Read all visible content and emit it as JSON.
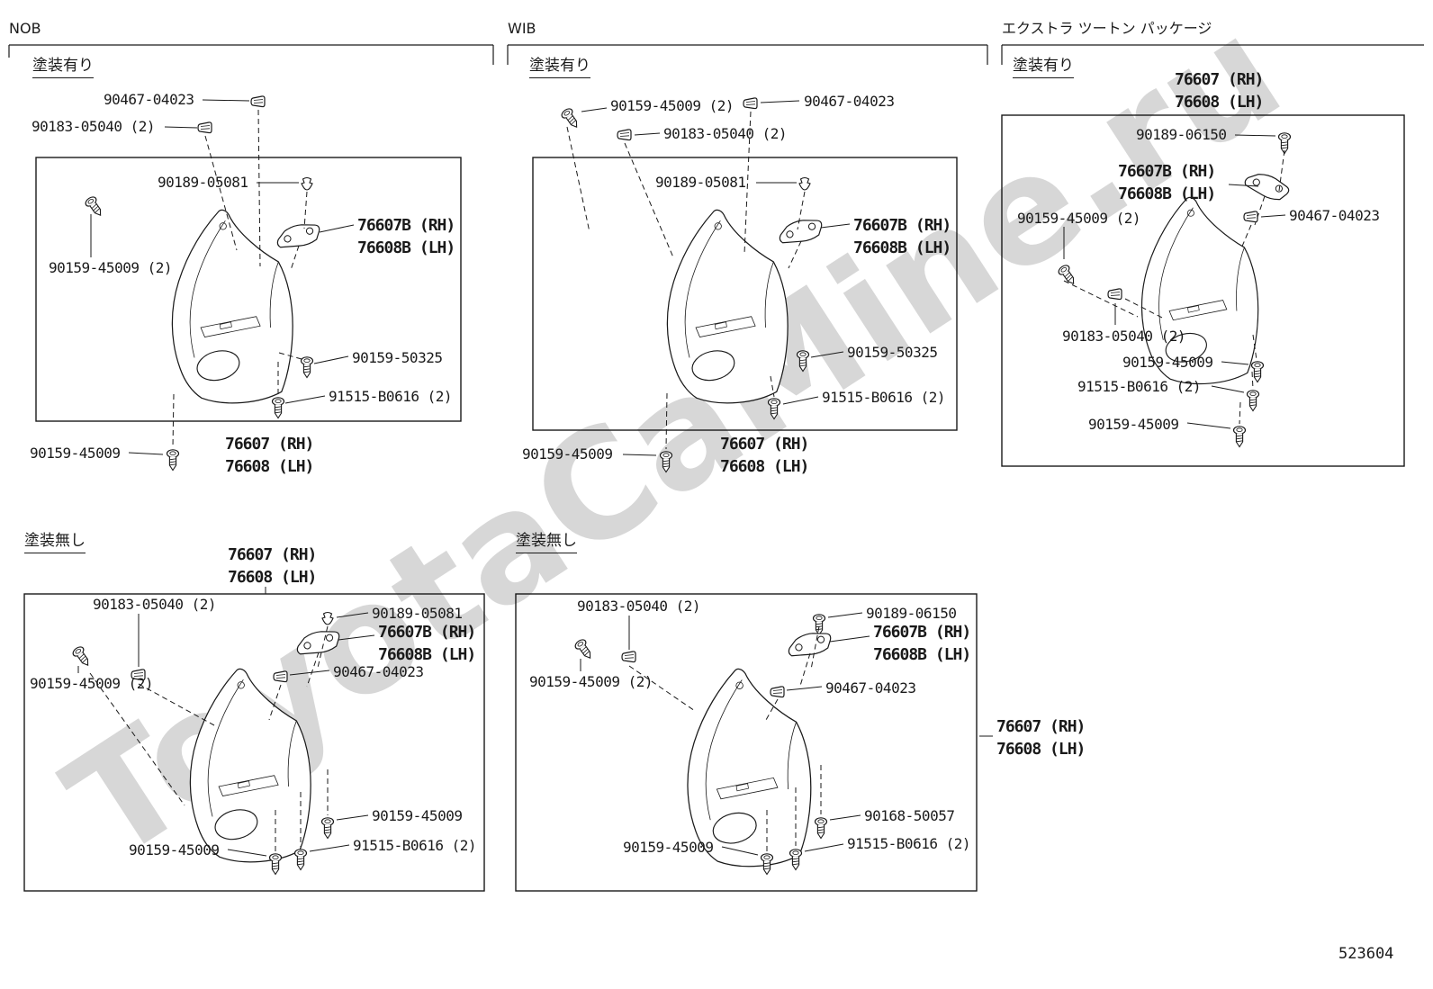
{
  "page": {
    "doc_number": "523604",
    "watermark": "ToyotaCaMine.ru"
  },
  "sections": {
    "nob": {
      "header": "NOB",
      "finish": "塗装有り",
      "callouts": {
        "c90467": "90467-04023",
        "c90183": "90183-05040 (2)",
        "c90189": "90189-05081",
        "sub_rh": "76607B (RH)",
        "sub_lh": "76608B (LH)",
        "c45009x2": "90159-45009 (2)",
        "c50325": "90159-50325",
        "c91515": "91515-B0616 (2)",
        "c45009": "90159-45009",
        "main_rh": "76607 (RH)",
        "main_lh": "76608 (LH)"
      }
    },
    "wib": {
      "header": "WIB",
      "finish": "塗装有り",
      "callouts": {
        "c45009x2": "90159-45009 (2)",
        "c90467": "90467-04023",
        "c90183": "90183-05040 (2)",
        "c90189": "90189-05081",
        "sub_rh": "76607B (RH)",
        "sub_lh": "76608B (LH)",
        "c50325": "90159-50325",
        "c91515": "91515-B0616 (2)",
        "c45009": "90159-45009",
        "main_rh": "76607 (RH)",
        "main_lh": "76608 (LH)"
      }
    },
    "extra": {
      "header": "エクストラ ツートン パッケージ",
      "finish": "塗装有り",
      "callouts": {
        "main_rh": "76607 (RH)",
        "main_lh": "76608 (LH)",
        "c06150": "90189-06150",
        "sub_rh": "76607B (RH)",
        "sub_lh": "76608B (LH)",
        "c45009x2": "90159-45009 (2)",
        "c90467": "90467-04023",
        "c90183": "90183-05040 (2)",
        "c45009a": "90159-45009",
        "c91515": "91515-B0616 (2)",
        "c45009b": "90159-45009"
      }
    },
    "plain_left": {
      "finish": "塗装無し",
      "callouts": {
        "main_rh": "76607 (RH)",
        "main_lh": "76608 (LH)",
        "c90183": "90183-05040 (2)",
        "c90189": "90189-05081",
        "sub_rh": "76607B (RH)",
        "sub_lh": "76608B (LH)",
        "c90467": "90467-04023",
        "c45009x2": "90159-45009 (2)",
        "c45009a": "90159-45009",
        "c91515": "91515-B0616 (2)",
        "c45009b": "90159-45009"
      }
    },
    "plain_mid": {
      "finish": "塗装無し",
      "callouts": {
        "c90183": "90183-05040 (2)",
        "c06150": "90189-06150",
        "sub_rh": "76607B (RH)",
        "sub_lh": "76608B (LH)",
        "c90467": "90467-04023",
        "c45009x2": "90159-45009 (2)",
        "main_rh": "76607 (RH)",
        "main_lh": "76608 (LH)",
        "c50057": "90168-50057",
        "c91515": "91515-B0616 (2)",
        "c45009": "90159-45009"
      }
    }
  }
}
